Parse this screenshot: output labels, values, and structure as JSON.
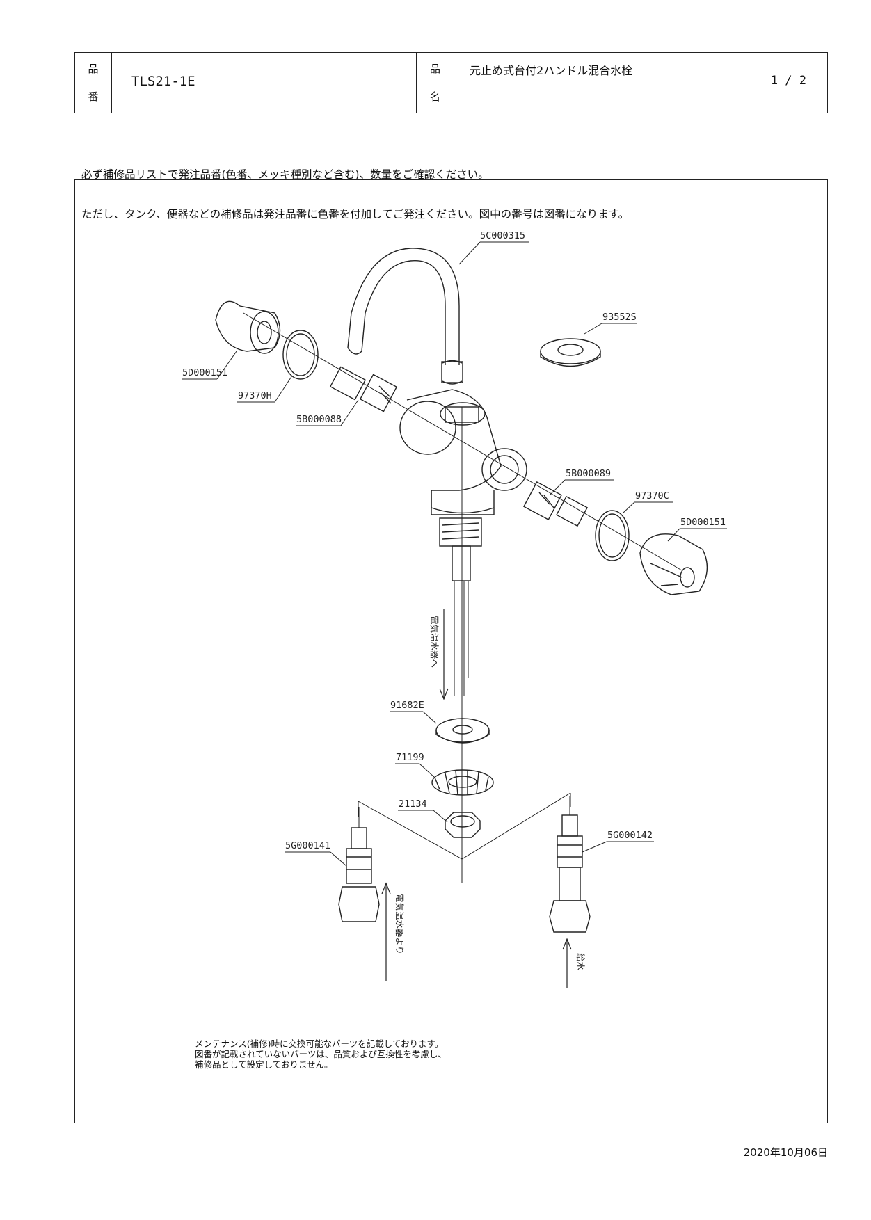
{
  "header": {
    "part_number_label_1": "品",
    "part_number_label_2": "番",
    "part_number": "TLS21-1E",
    "product_name_label_1": "品",
    "product_name_label_2": "名",
    "product_name": "元止め式台付2ハンドル混合水栓",
    "page": "1 / 2"
  },
  "notice": {
    "line1": "必ず補修品リストで発注品番(色番、メッキ種別など含む)、数量をご確認ください。",
    "line2": "ただし、タンク、便器などの補修品は発注品番に色番を付加してご発注ください。図中の番号は図番になります。"
  },
  "parts": {
    "spout": "5C000315",
    "escutcheon": "93552S",
    "handle_left": "5D000151",
    "ring_left": "97370H",
    "cartridge_left": "5B000088",
    "cartridge_right": "5B000089",
    "ring_right": "97370C",
    "handle_right": "5D000151",
    "washer": "91682E",
    "lock_washer": "71199",
    "nut": "21134",
    "connector_left": "5G000141",
    "connector_right": "5G000142"
  },
  "flow_labels": {
    "to_heater": "電気温水器へ",
    "from_heater": "電気温水器より",
    "supply": "給水"
  },
  "maintenance_note": {
    "line1": "メンテナンス(補修)時に交換可能なパーツを記載しております。",
    "line2": "図番が記載されていないパーツは、品質および互換性を考慮し、",
    "line3": "補修品として設定しておりません。"
  },
  "date": "2020年10月06日"
}
